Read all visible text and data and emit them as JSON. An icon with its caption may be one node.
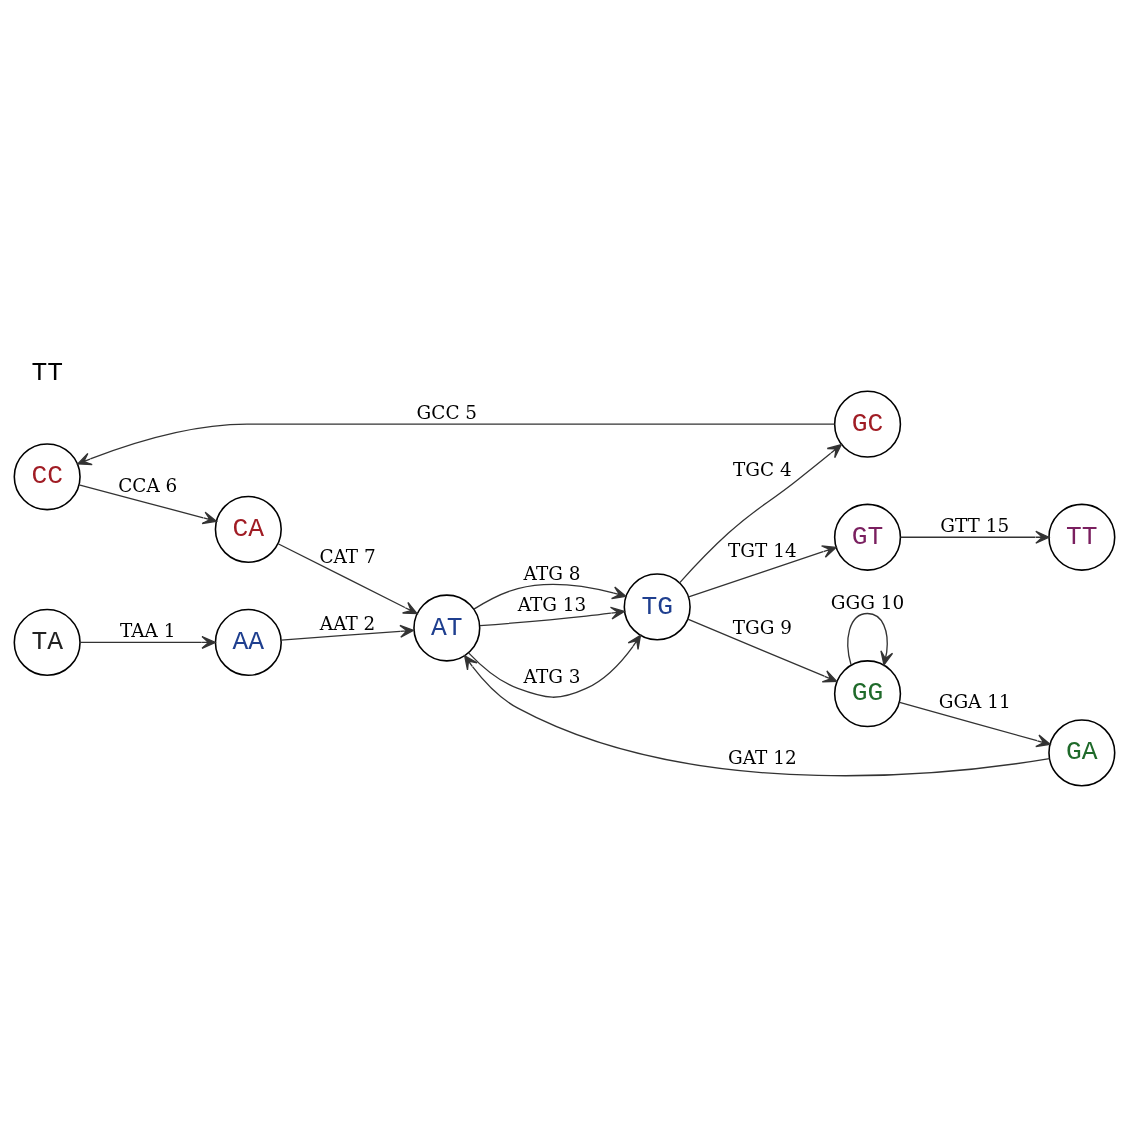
{
  "diagram": {
    "nodes": [
      {
        "text": [
          "CC"
        ]
      },
      {
        "text": [
          "CA"
        ]
      },
      {
        "text": [
          "GC"
        ]
      },
      {
        "text": [
          "TA"
        ]
      },
      {
        "text": [
          "AA"
        ]
      },
      {
        "text": [
          "AT"
        ]
      },
      {
        "text": [
          "TG"
        ]
      },
      {
        "text": [
          "GT"
        ]
      },
      {
        "text": [
          "TT"
        ]
      },
      {
        "text": [
          "GA"
        ]
      },
      {
        "text": [
          "GG"
        ]
      }
    ],
    "edges": [
      {
        "from": 3,
        "to": 4,
        "arrow": "to",
        "label": "TAA 1"
      },
      {
        "from": 4,
        "to": 5,
        "arrow": "to",
        "label": "AAT 2"
      },
      {
        "from": 5,
        "to": 6,
        "arrow": "to",
        "label": "ATG 3"
      },
      {
        "from": 6,
        "to": 2,
        "arrow": "to",
        "label": "TGC 4"
      },
      {
        "from": 2,
        "to": 0,
        "arrow": "to",
        "label": "GCC 5"
      },
      {
        "from": 0,
        "to": 1,
        "arrow": "to",
        "label": "CCA 6"
      },
      {
        "from": 1,
        "to": 5,
        "arrow": "to",
        "label": "CAT 7"
      },
      {
        "from": 5,
        "to": 6,
        "arrow": "to",
        "label": "ATG 8"
      },
      {
        "from": 6,
        "to": 10,
        "arrow": "to",
        "label": "TGG 9"
      },
      {
        "from": 10,
        "to": 10,
        "arrow": "to",
        "label": "GGG 10"
      },
      {
        "from": 10,
        "to": 9,
        "arrow": "to",
        "label": "GGA 11"
      },
      {
        "from": 9,
        "to": 5,
        "arrow": "to",
        "label": "GAT 12"
      },
      {
        "from": 5,
        "to": 6,
        "arrow": "to",
        "label": "ATG 13"
      },
      {
        "from": 6,
        "to": 7,
        "arrow": "to",
        "label": "TGT 14"
      },
      {
        "from": 7,
        "to": 8,
        "arrow": "to",
        "label": "GTT 15"
      }
    ],
    "labels": [
      "TT"
    ]
  }
}
